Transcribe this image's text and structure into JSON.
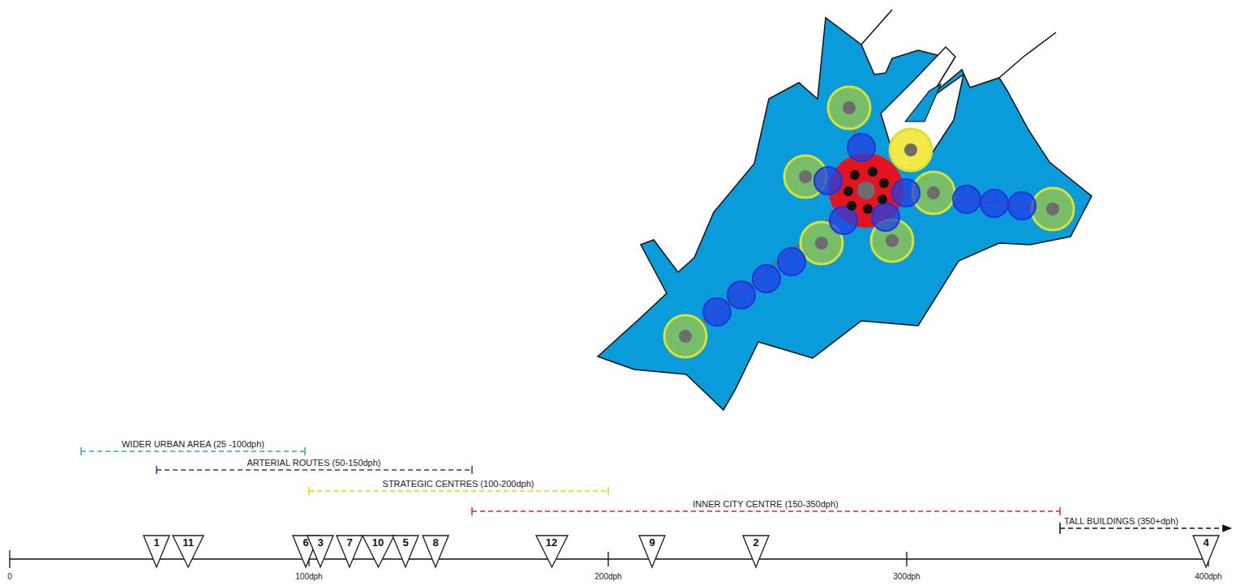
{
  "diagram": {
    "nodes": [
      {
        "text": [
          "1"
        ]
      },
      {
        "text": [
          "11"
        ]
      },
      {
        "text": [
          "6"
        ]
      },
      {
        "text": [
          "3"
        ]
      },
      {
        "text": [
          "7"
        ]
      },
      {
        "text": [
          "10"
        ]
      },
      {
        "text": [
          "5"
        ]
      },
      {
        "text": [
          "8"
        ]
      },
      {
        "text": [
          "12"
        ]
      },
      {
        "text": [
          "9"
        ]
      },
      {
        "text": [
          "2"
        ]
      },
      {
        "text": [
          "4"
        ]
      }
    ],
    "labels": [
      "WIDER URBAN AREA (25 -100dph)",
      "ARTERIAL ROUTES (50-150dph)",
      "STRATEGIC CENTRES (100-200dph)",
      "INNER CITY CENTRE (150-350dph)",
      "TALL BUILDINGS (350+dph)",
      "0",
      "100dph",
      "200dph",
      "300dph",
      "400dph"
    ]
  }
}
